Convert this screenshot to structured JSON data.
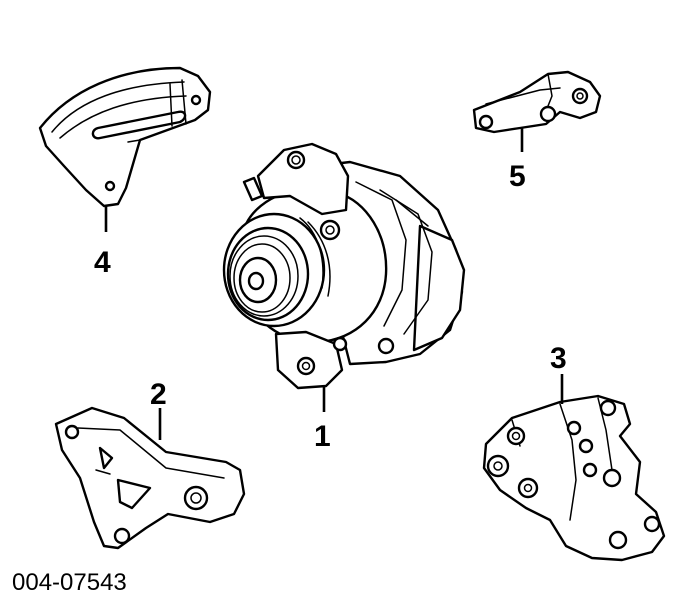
{
  "labels": {
    "part1": "1",
    "part2": "2",
    "part3": "3",
    "part4": "4",
    "part5": "5"
  },
  "figure_code": "004-07543",
  "colors": {
    "line": "#000000",
    "background": "#ffffff"
  }
}
